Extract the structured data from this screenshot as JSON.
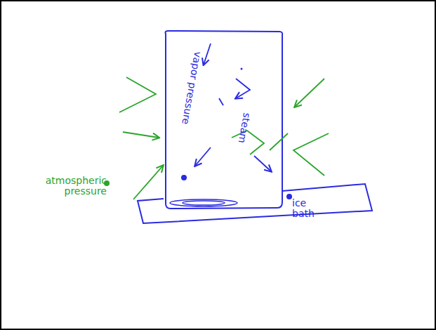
{
  "diagram": {
    "labels": [
      "vapor pressure",
      "steam",
      "atmospheric pressure",
      "ice bath"
    ]
  }
}
